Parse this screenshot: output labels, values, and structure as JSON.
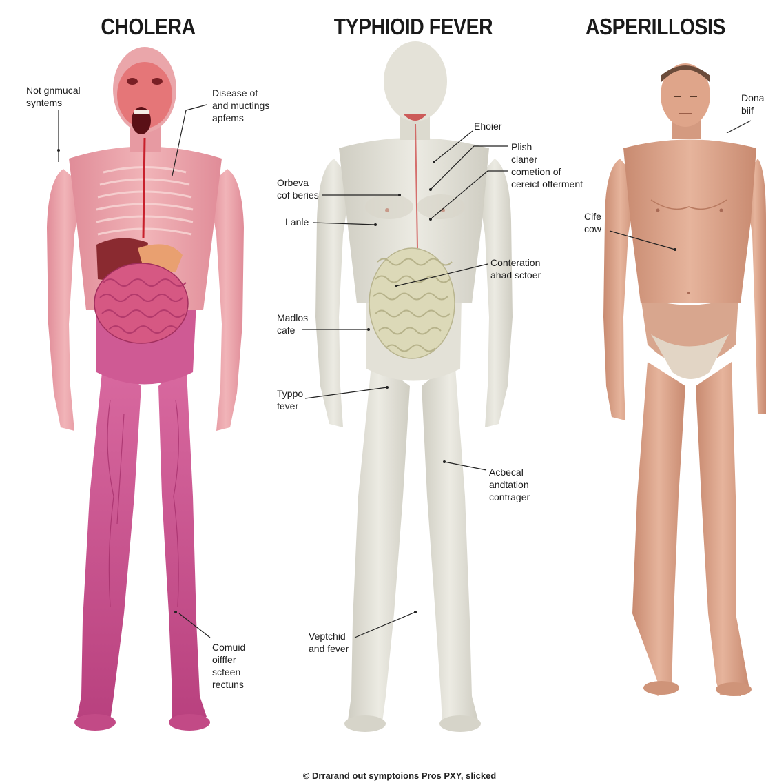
{
  "titles": {
    "cholera": "CHOLERA",
    "typhoid": "TYPHIOID FEVER",
    "asper": "ASPERILLOSIS"
  },
  "labels": {
    "cholera_left": "Not gnmucal\nsyntems",
    "cholera_right": "Disease of\nand muctings\napfems",
    "cholera_bottom": "Comuid\noifffer\nscfeen\nrectuns",
    "typ_ehoier": "Ehoier",
    "typ_plish": "Plish\nclaner\ncometion of\ncereict offerment",
    "typ_orbeva": "Orbeva\ncof beries",
    "typ_lanle": "Lanle",
    "typ_conteration": "Conteration\nahad sctoer",
    "typ_madlos": "Madlos\ncafe",
    "typ_typpo": "Typpo\nfever",
    "typ_acbecal": "Acbecal\nandtation\ncontrager",
    "typ_veptchid": "Veptchid\nand fever",
    "asp_cife": "Cife\ncow",
    "asp_dona": "Dona\nbiif"
  },
  "footer": "© Drrarand out symptoions Pros PXY, slicked",
  "colors": {
    "cholera_skin": "#e9a0a8",
    "cholera_legs": "#c94c8c",
    "typhoid_skin": "#e4e2d8",
    "asper_skin": "#d9a289",
    "intestine_pink": "#d65883",
    "liver": "#8a2a30"
  }
}
